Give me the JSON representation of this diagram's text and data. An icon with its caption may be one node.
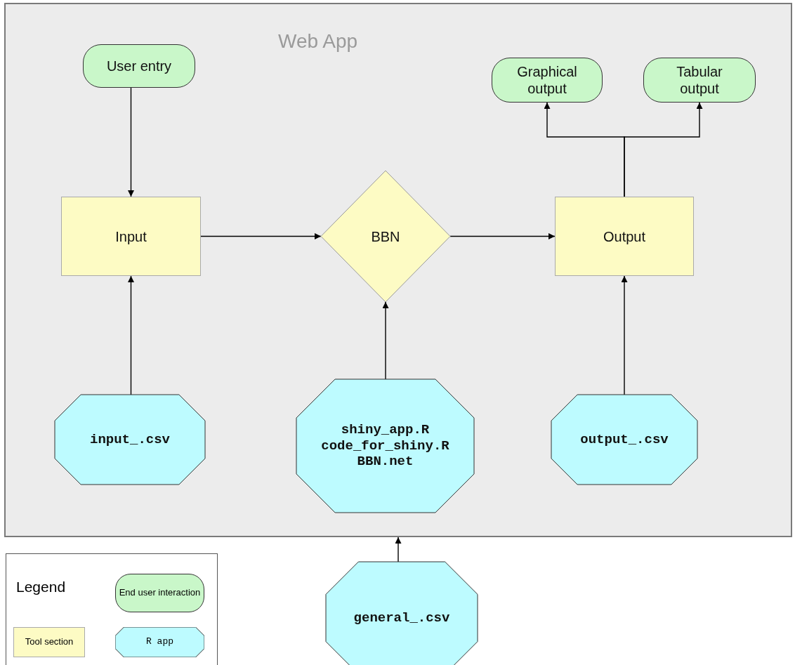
{
  "diagram": {
    "nodes": [
      {
        "text": [
          "Web App"
        ]
      },
      {
        "text": [
          "User entry"
        ],
        "in": 0
      },
      {
        "text": [
          "Graphical output"
        ],
        "in": 0
      },
      {
        "text": [
          "Tabular output"
        ],
        "in": 0
      },
      {
        "text": [
          "Input"
        ],
        "in": 0
      },
      {
        "text": [
          "BBN"
        ],
        "in": 0
      },
      {
        "text": [
          "Output"
        ],
        "in": 0
      },
      {
        "text": [
          "input_.csv"
        ],
        "in": 0
      },
      {
        "text": [
          "shiny_app.R",
          "code_for_shiny.R",
          "BBN.net"
        ],
        "in": 0
      },
      {
        "text": [
          "output_.csv"
        ],
        "in": 0
      },
      {
        "text": [
          "general_.csv"
        ]
      }
    ],
    "edges": [
      {
        "from": 1,
        "to": 4,
        "arrow": "to"
      },
      {
        "from": 4,
        "to": 5,
        "arrow": "to"
      },
      {
        "from": 5,
        "to": 6,
        "arrow": "to"
      },
      {
        "from": 6,
        "to": 2,
        "arrow": "to"
      },
      {
        "from": 6,
        "to": 3,
        "arrow": "to"
      },
      {
        "from": 7,
        "to": 4,
        "arrow": "to"
      },
      {
        "from": 8,
        "to": 5,
        "arrow": "to"
      },
      {
        "from": 9,
        "to": 6,
        "arrow": "to"
      },
      {
        "from": 10,
        "to": 0,
        "arrow": "to"
      }
    ],
    "labels": [
      "Legend"
    ],
    "legend": [
      {
        "text": "End user interaction",
        "color": "#c9f7c9"
      },
      {
        "text": "Tool section",
        "color": "#fdfbc4"
      },
      {
        "text": "R app",
        "color": "#bdfbff"
      }
    ]
  }
}
